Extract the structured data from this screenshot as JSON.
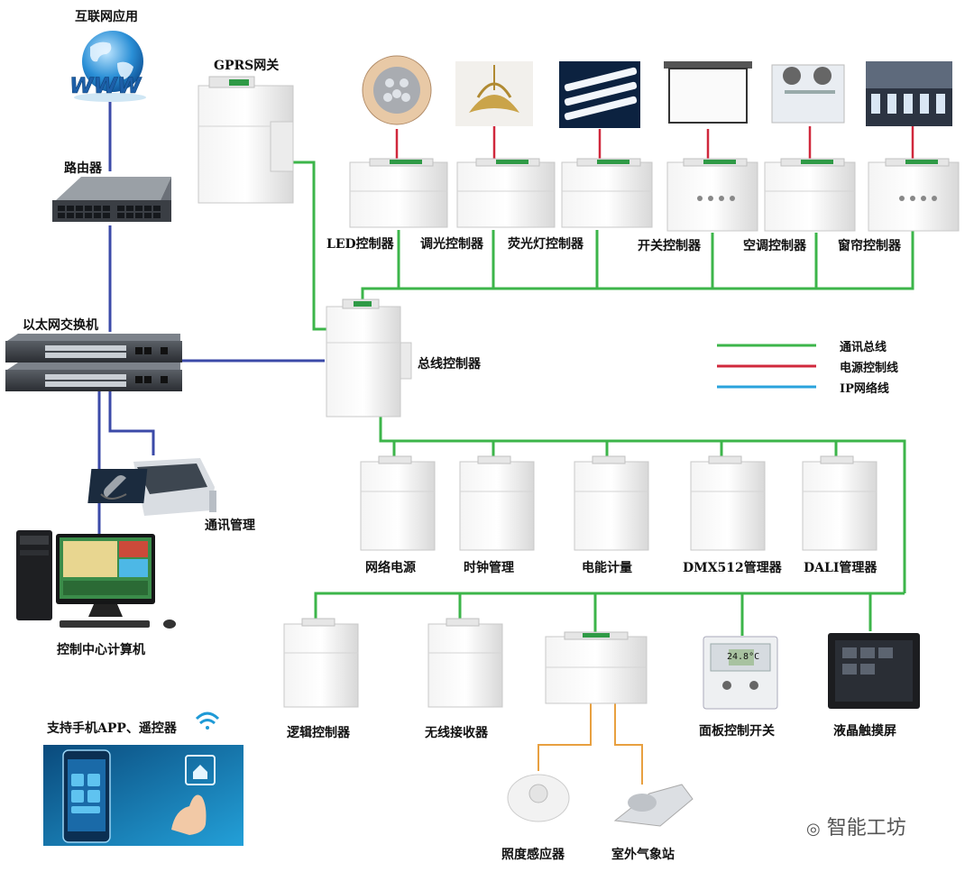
{
  "labels": {
    "internet": "互联网应用",
    "gprs": "GPRS网关",
    "router": "路由器",
    "ethernet_switch": "以太网交换机",
    "comm_mgmt": "通讯管理",
    "control_pc": "控制中心计算机",
    "mobile_app": "支持手机APP、遥控器",
    "bus_controller": "总线控制器",
    "led": "LED控制器",
    "dimmer": "调光控制器",
    "fluorescent": "荧光灯控制器",
    "switch_ctrl": "开关控制器",
    "ac": "空调控制器",
    "curtain": "窗帘控制器",
    "power": "网络电源",
    "clock": "时钟管理",
    "meter": "电能计量",
    "dmx": "DMX512管理器",
    "dali": "DALI管理器",
    "logic": "逻辑控制器",
    "wireless": "无线接收器",
    "panel": "面板控制开关",
    "lcd": "液晶触摸屏",
    "light_sensor": "照度感应器",
    "weather": "室外气象站"
  },
  "legend": {
    "comm_bus": "通讯总线",
    "power_line": "电源控制线",
    "ip_line": "IP网络线"
  },
  "colors": {
    "comm_bus": "#3cb54a",
    "power_line": "#d0283c",
    "ip_line": "#3b4aa8",
    "sensor_line": "#e8a040"
  },
  "watermark": "智能工坊",
  "panel_screen": {
    "temp": "24.8°C"
  }
}
